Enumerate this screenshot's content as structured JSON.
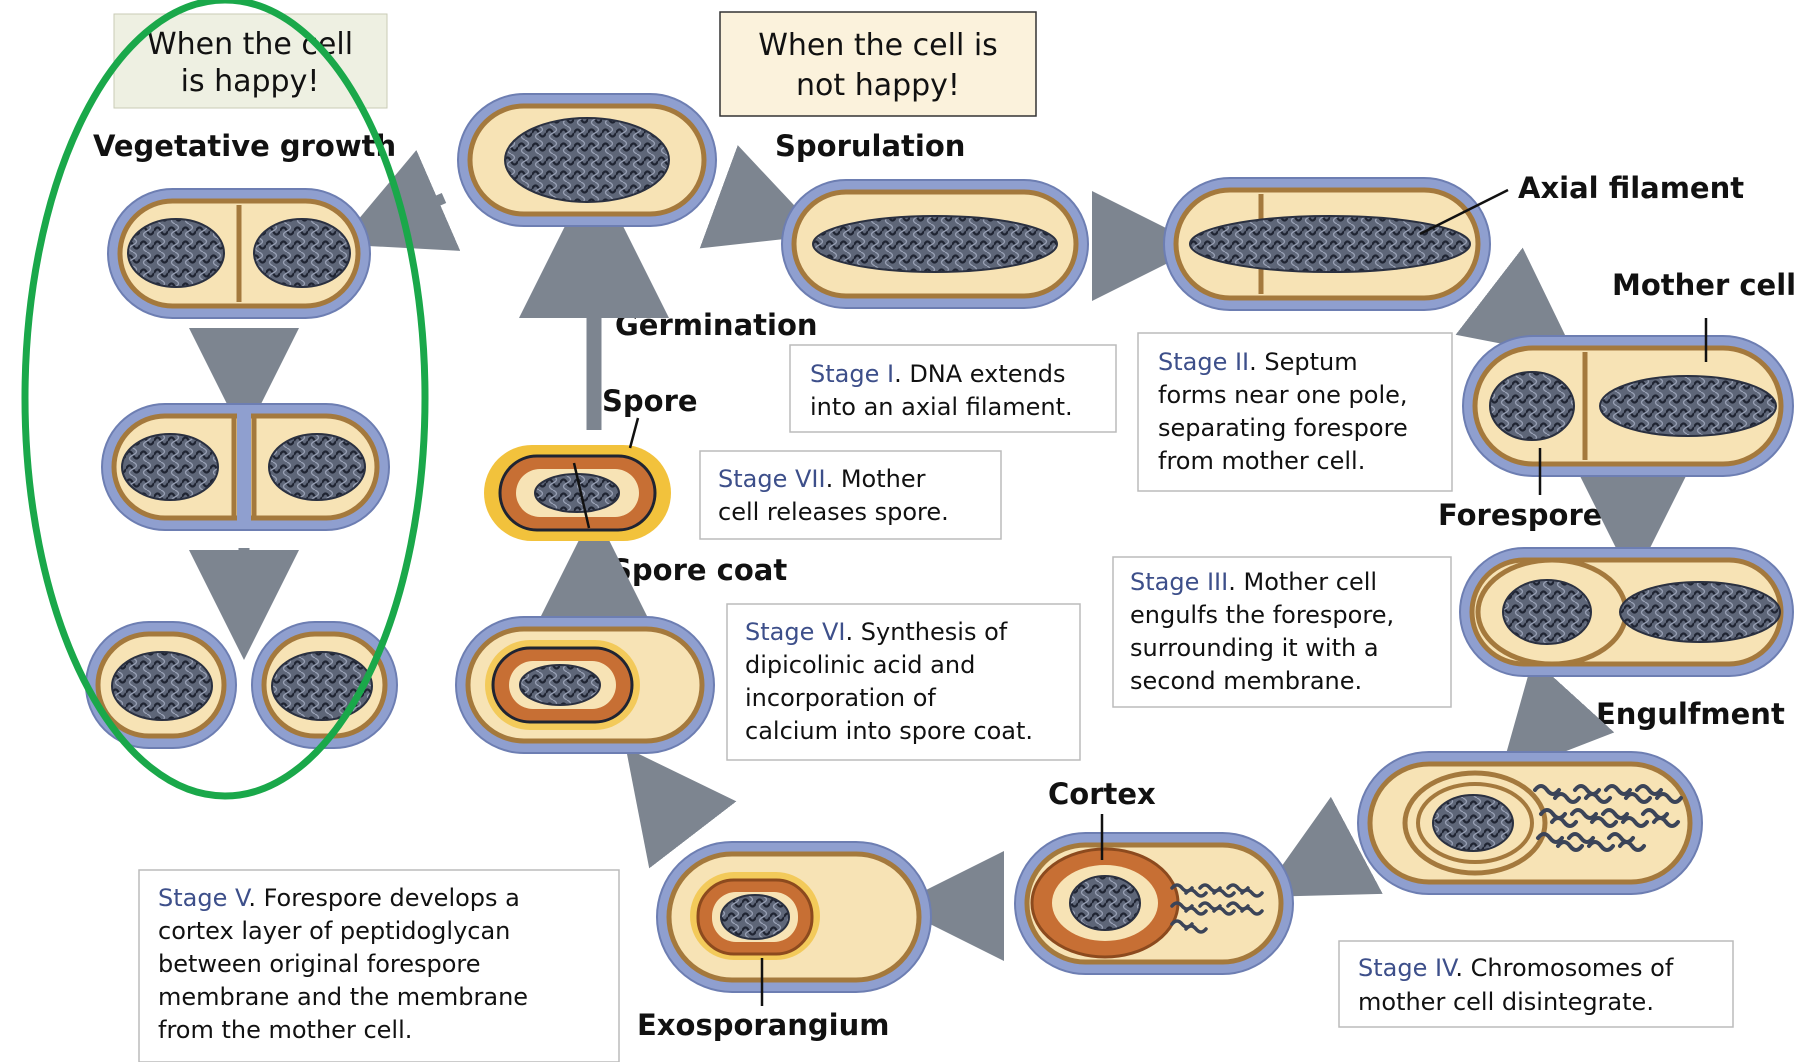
{
  "callouts": {
    "happy": [
      "When the cell",
      "is happy!"
    ],
    "not_happy": [
      "When the cell is",
      "not happy!"
    ]
  },
  "labels": {
    "vegetative_growth": "Vegetative growth",
    "sporulation": "Sporulation",
    "germination": "Germination",
    "spore": "Spore",
    "spore_coat": "Spore coat",
    "axial_filament": "Axial filament",
    "mother_cell": "Mother cell",
    "forespore": "Forespore",
    "engulfment": "Engulfment",
    "cortex": "Cortex",
    "exosporangium": "Exosporangium"
  },
  "stages": {
    "I": {
      "label": "Stage I",
      "lines": [
        "DNA extends",
        "into an axial filament."
      ]
    },
    "II": {
      "label": "Stage II",
      "lines": [
        "Septum",
        "forms near one pole,",
        "separating forespore",
        "from mother cell."
      ]
    },
    "III": {
      "label": "Stage III",
      "lines": [
        "Mother cell",
        "engulfs the forespore,",
        "surrounding it with a",
        "second membrane."
      ]
    },
    "IV": {
      "label": "Stage IV",
      "lines": [
        "Chromosomes of",
        "mother cell disintegrate."
      ]
    },
    "V": {
      "label": "Stage V",
      "lines": [
        "Forespore develops a",
        "cortex layer of peptidoglycan",
        "between original forespore",
        "membrane and the membrane",
        "from the mother cell."
      ]
    },
    "VI": {
      "label": "Stage VI",
      "lines": [
        "Synthesis of",
        "dipicolinic acid and",
        "incorporation of",
        "calcium into spore coat."
      ]
    },
    "VII": {
      "label": "Stage VII",
      "lines": [
        "Mother",
        "cell releases spore."
      ]
    }
  },
  "colors": {
    "highlight_ellipse": "#1aa84a",
    "cell_wall": "#8f9fcf",
    "membrane": "#a4793d",
    "cytoplasm": "#f7e3b5",
    "dna": "#3b4458",
    "arrow": "#7d8590",
    "stage_label": "#3d4f8a",
    "callout_happy": "#eef0e2",
    "callout_not_happy": "#fbf2dc",
    "spore_halo": "#f2c23c",
    "cortex": "#c76f34"
  }
}
